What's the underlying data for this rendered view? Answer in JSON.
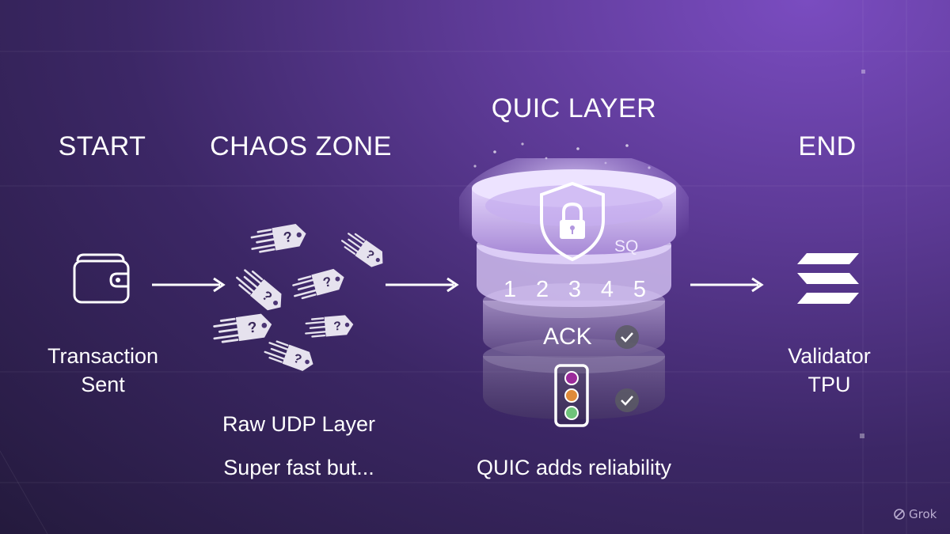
{
  "stages": {
    "start": {
      "heading": "START",
      "icon": "wallet-icon",
      "caption_line1": "Transaction",
      "caption_line2": "Sent"
    },
    "chaos": {
      "heading": "CHAOS ZONE",
      "icon": "flying-packet-icons",
      "caption_line1": "Raw UDP Layer",
      "caption_line2": "Super fast but..."
    },
    "quic": {
      "heading": "QUIC LAYER",
      "shield_icon": "shield-lock-icon",
      "stream_label": "SQ",
      "sequence": [
        "1",
        "2",
        "3",
        "4",
        "5"
      ],
      "ack_label": "ACK",
      "traffic_icon": "traffic-light-icon",
      "caption": "QUIC adds reliability"
    },
    "end": {
      "heading": "END",
      "icon": "solana-logo-icon",
      "caption_line1": "Validator",
      "caption_line2": "TPU"
    }
  },
  "watermark": {
    "label": "Grok"
  },
  "colors": {
    "background_dark": "#241a3d",
    "background_light": "#7a4cc0",
    "disk_glow": "#c9b2f2",
    "traffic_red": "#9b2a9b",
    "traffic_amber": "#e08a3a",
    "traffic_green": "#6fc37a"
  }
}
